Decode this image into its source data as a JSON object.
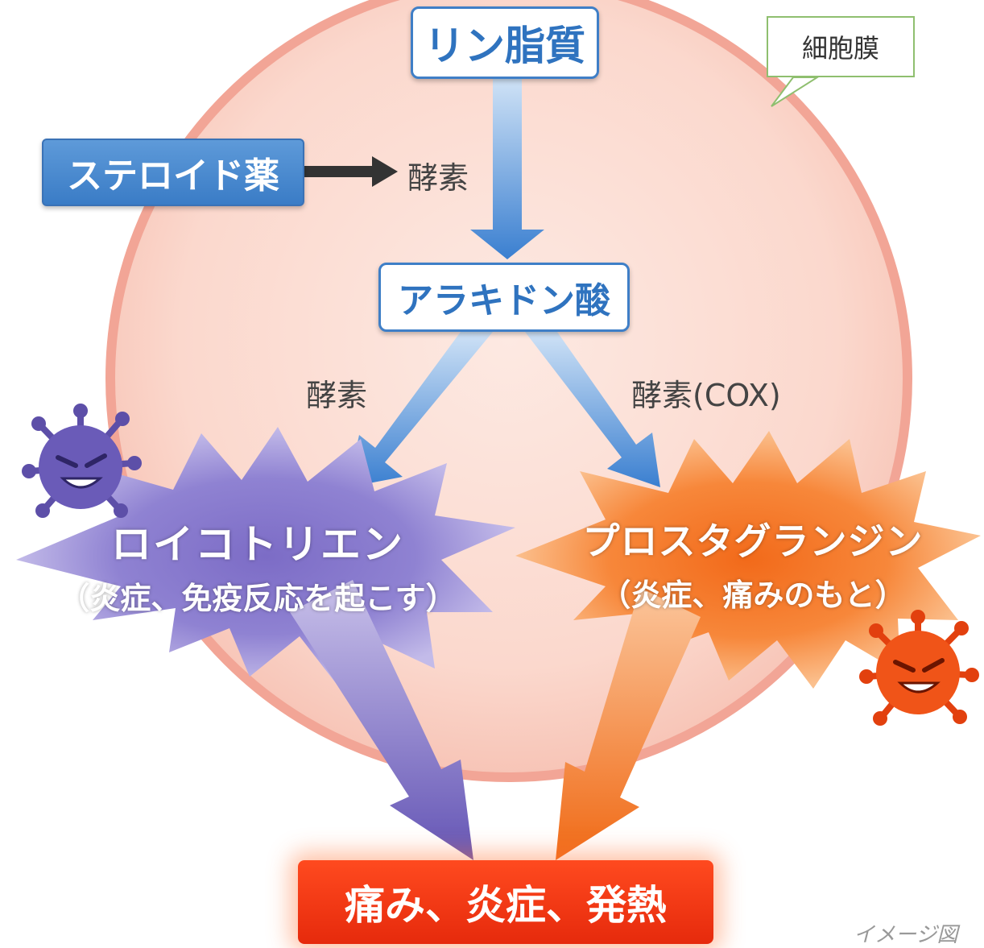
{
  "nodes": {
    "phospholipid": "リン脂質",
    "steroid": "ステロイド薬",
    "arachidonic_acid": "アラキドン酸",
    "membrane_label": "細胞膜",
    "leukotriene": "ロイコトリエン",
    "leukotriene_note": "（炎症、免疫反応を起こす）",
    "prostaglandin": "プロスタグランジン",
    "prostaglandin_note": "（炎症、痛みのもと）",
    "result": "痛み、炎症、発熱"
  },
  "edge_labels": {
    "enzyme_top": "酵素",
    "enzyme_left": "酵素",
    "enzyme_cox": "酵素(COX)"
  },
  "caption": "イメージ図",
  "colors": {
    "cell_fill": "#fbd9cf",
    "cell_border": "#f2a596",
    "blue": "#3f7fc7",
    "purple": "#7a6ac0",
    "orange": "#f47a24",
    "result_red": "#ee3412",
    "membrane_callout": "#8fbf6f"
  },
  "icons": [
    "virus-purple-icon",
    "virus-red-icon"
  ]
}
